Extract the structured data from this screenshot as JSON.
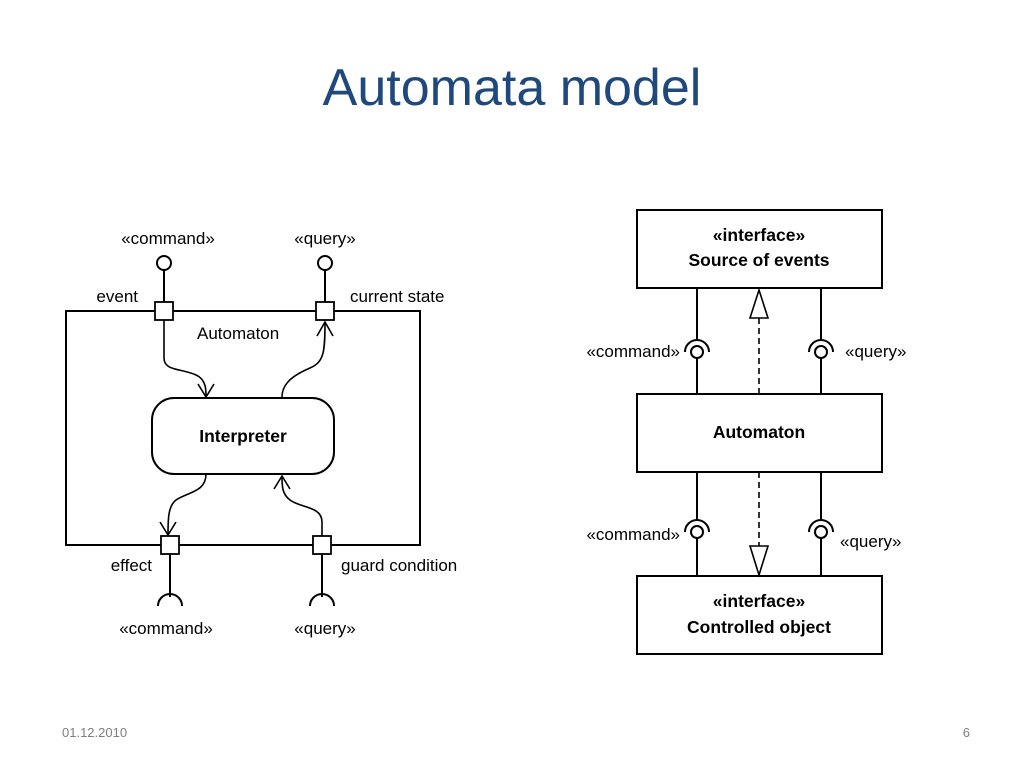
{
  "slide": {
    "title": "Automata model",
    "date": "01.12.2010",
    "page_number": "6"
  },
  "left_diagram": {
    "top_command": "«command»",
    "top_query": "«query»",
    "event": "event",
    "current_state": "current state",
    "automaton": "Automaton",
    "interpreter": "Interpreter",
    "effect": "effect",
    "guard_condition": "guard condition",
    "bottom_command": "«command»",
    "bottom_query": "«query»"
  },
  "right_diagram": {
    "source_stereotype": "«interface»",
    "source_name": "Source of events",
    "upper_command": "«command»",
    "upper_query": "«query»",
    "automaton": "Automaton",
    "lower_command": "«command»",
    "lower_query": "«query»",
    "controlled_stereotype": "«interface»",
    "controlled_name": "Controlled object"
  }
}
